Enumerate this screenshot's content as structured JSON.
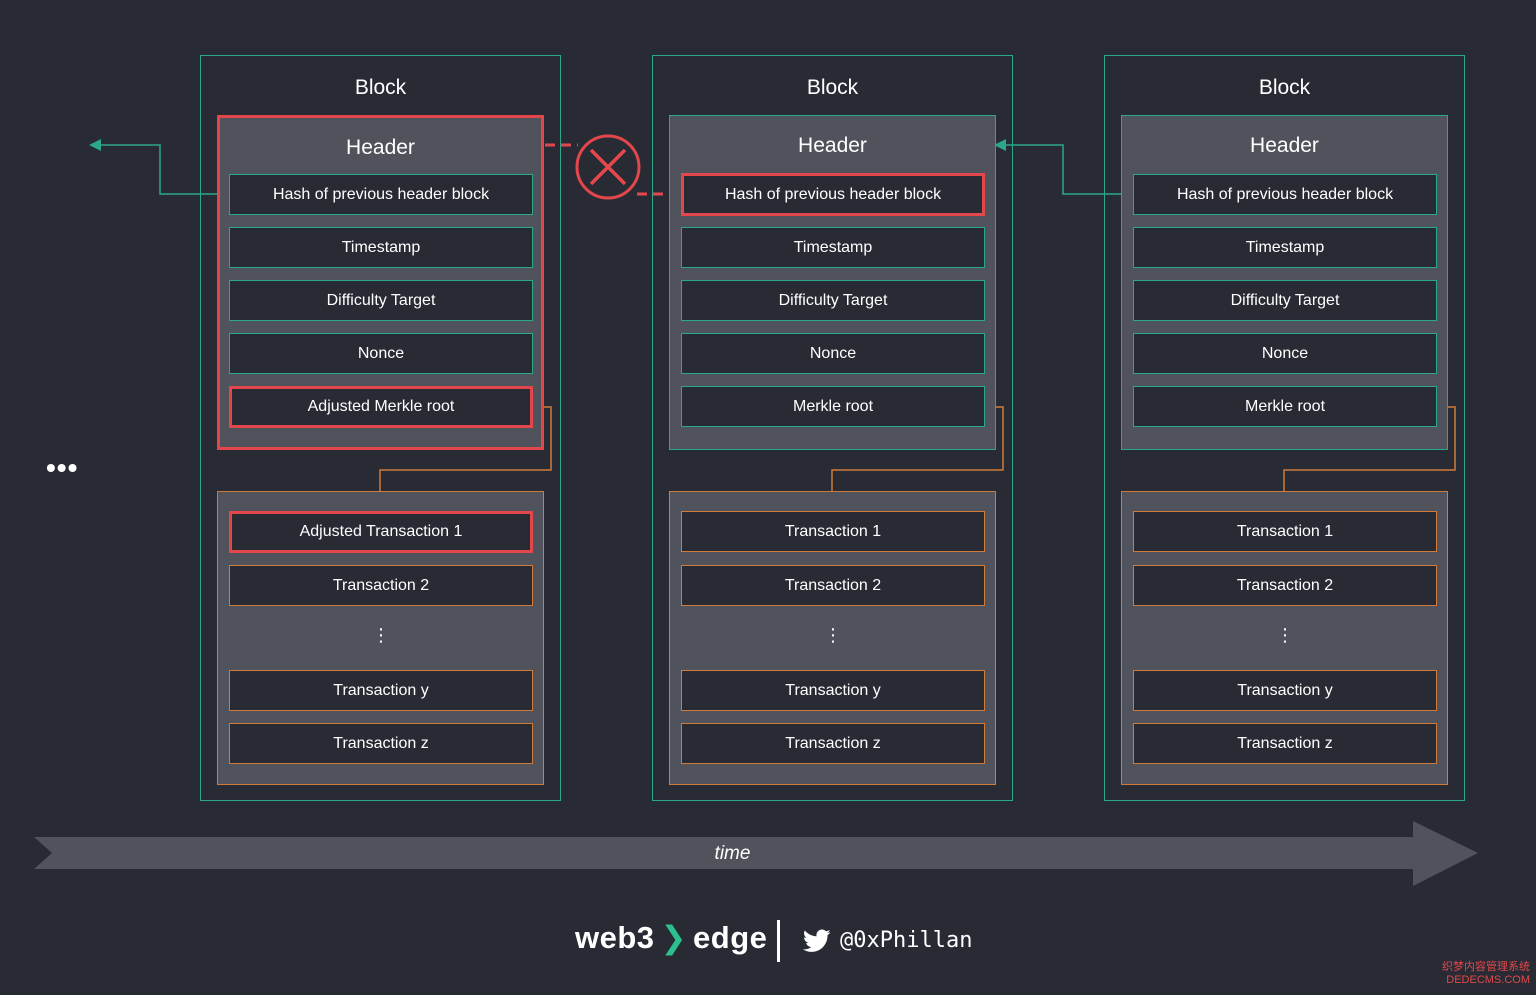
{
  "blocks": [
    {
      "title": "Block",
      "header_title": "Header",
      "fields": [
        "Hash of previous header block",
        "Timestamp",
        "Difficulty Target",
        "Nonce",
        "Adjusted Merkle root"
      ],
      "transactions": [
        "Adjusted Transaction 1",
        "Transaction 2",
        "⋮",
        "Transaction y",
        "Transaction z"
      ]
    },
    {
      "title": "Block",
      "header_title": "Header",
      "fields": [
        "Hash of previous header block",
        "Timestamp",
        "Difficulty Target",
        "Nonce",
        "Merkle root"
      ],
      "transactions": [
        "Transaction 1",
        "Transaction 2",
        "⋮",
        "Transaction y",
        "Transaction z"
      ]
    },
    {
      "title": "Block",
      "header_title": "Header",
      "fields": [
        "Hash of previous header block",
        "Timestamp",
        "Difficulty Target",
        "Nonce",
        "Merkle root"
      ],
      "transactions": [
        "Transaction 1",
        "Transaction 2",
        "⋮",
        "Transaction y",
        "Transaction z"
      ]
    }
  ],
  "ellipsis": "•••",
  "timeline": {
    "label": "time"
  },
  "footer": {
    "brand_left": "web3",
    "brand_chevron": "❯",
    "brand_right": "edge",
    "twitter_handle": "@0xPhillan"
  },
  "watermark": {
    "line1": "织梦内容管理系统",
    "line2": "DEDECMS.COM"
  },
  "colors": {
    "background": "#282b34",
    "panel": "#51535c",
    "teal": "#2aa889",
    "orange": "#d17a3a",
    "red": "#e4474b",
    "brand_green": "#2bc08d"
  }
}
